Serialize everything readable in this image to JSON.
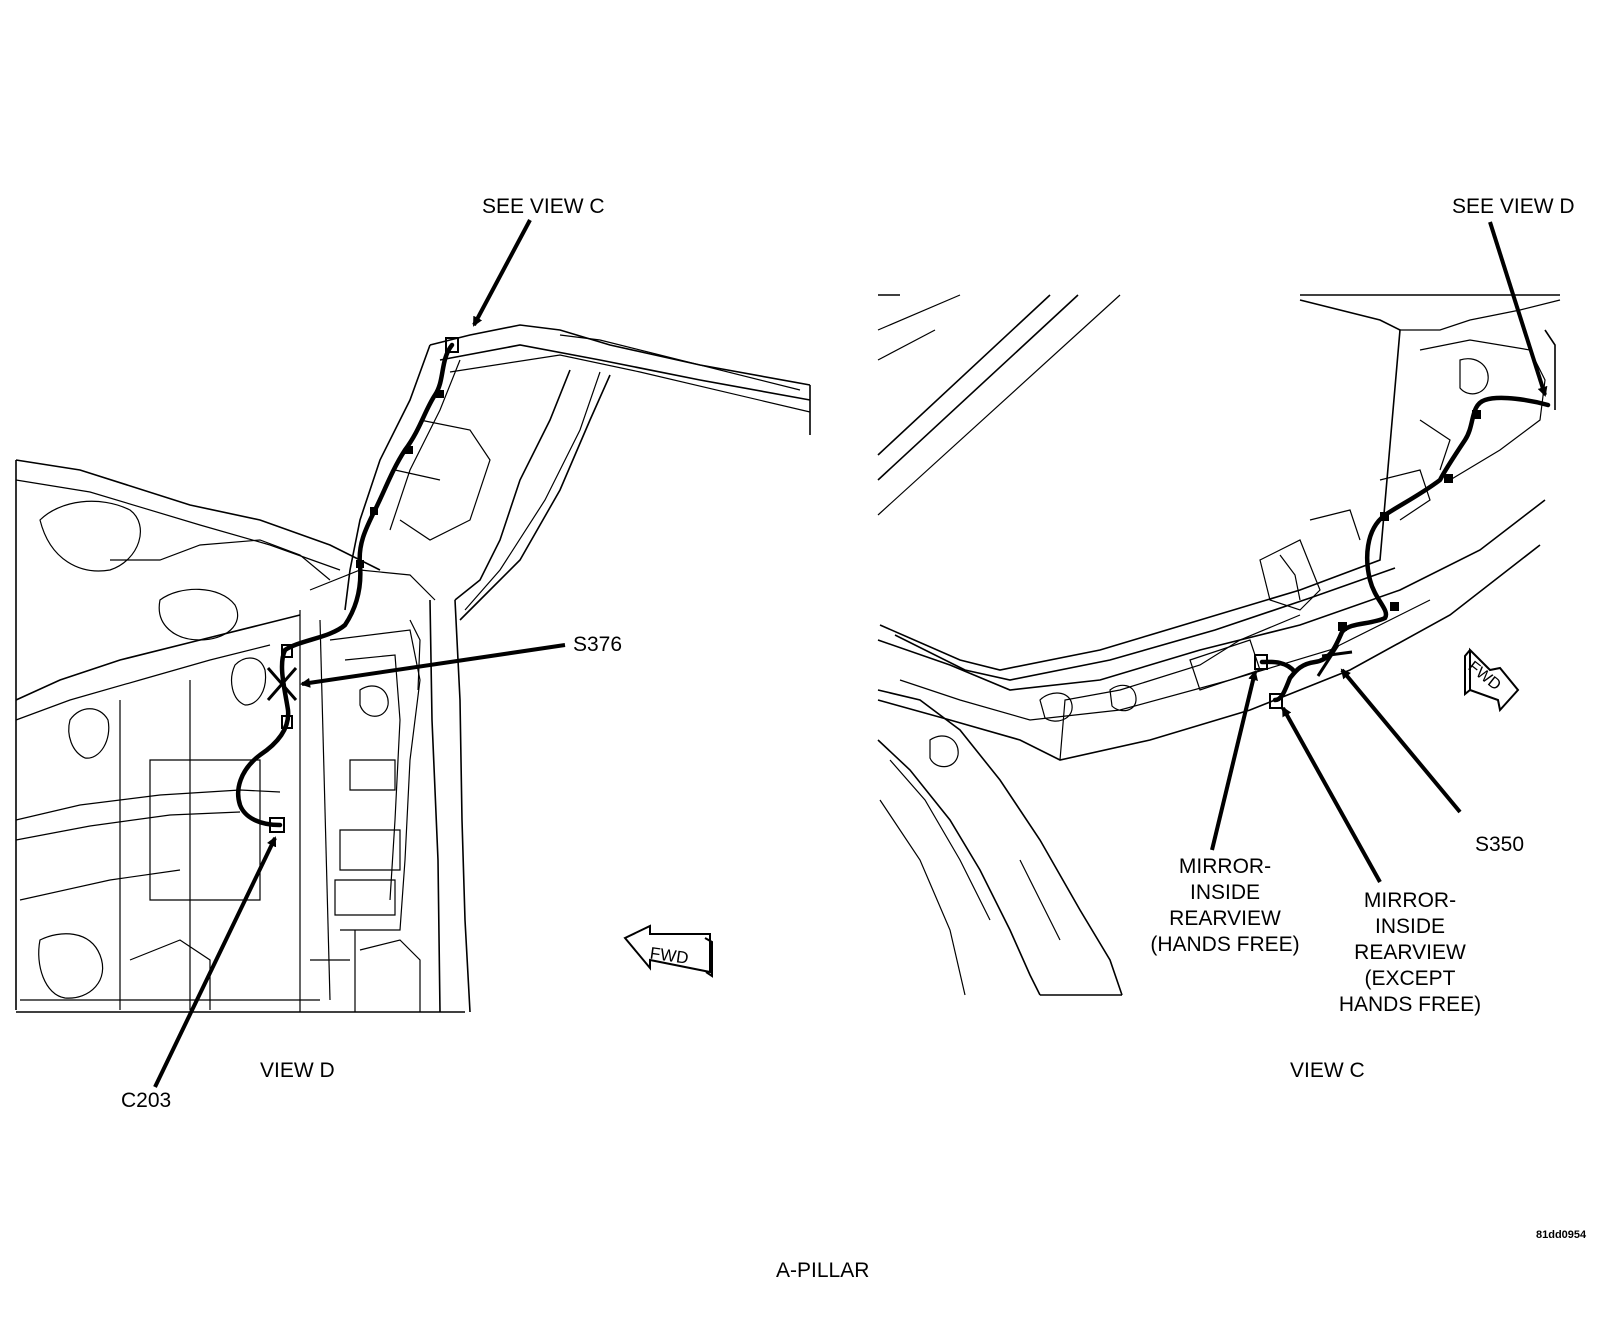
{
  "title": "A-PILLAR",
  "figure_id": "81dd0954",
  "view_d": {
    "caption": "VIEW D",
    "callouts": {
      "see_view_c": "SEE VIEW C",
      "s376": "S376",
      "c203": "C203"
    },
    "fwd": "FWD"
  },
  "view_c": {
    "caption": "VIEW C",
    "callouts": {
      "see_view_d": "SEE VIEW D",
      "s350": "S350",
      "mirror_hands_free": [
        "MIRROR-",
        "INSIDE",
        "REARVIEW",
        "(HANDS FREE)"
      ],
      "mirror_except": [
        "MIRROR-",
        "INSIDE",
        "REARVIEW",
        "(EXCEPT",
        "HANDS FREE)"
      ]
    },
    "fwd": "FWD"
  }
}
